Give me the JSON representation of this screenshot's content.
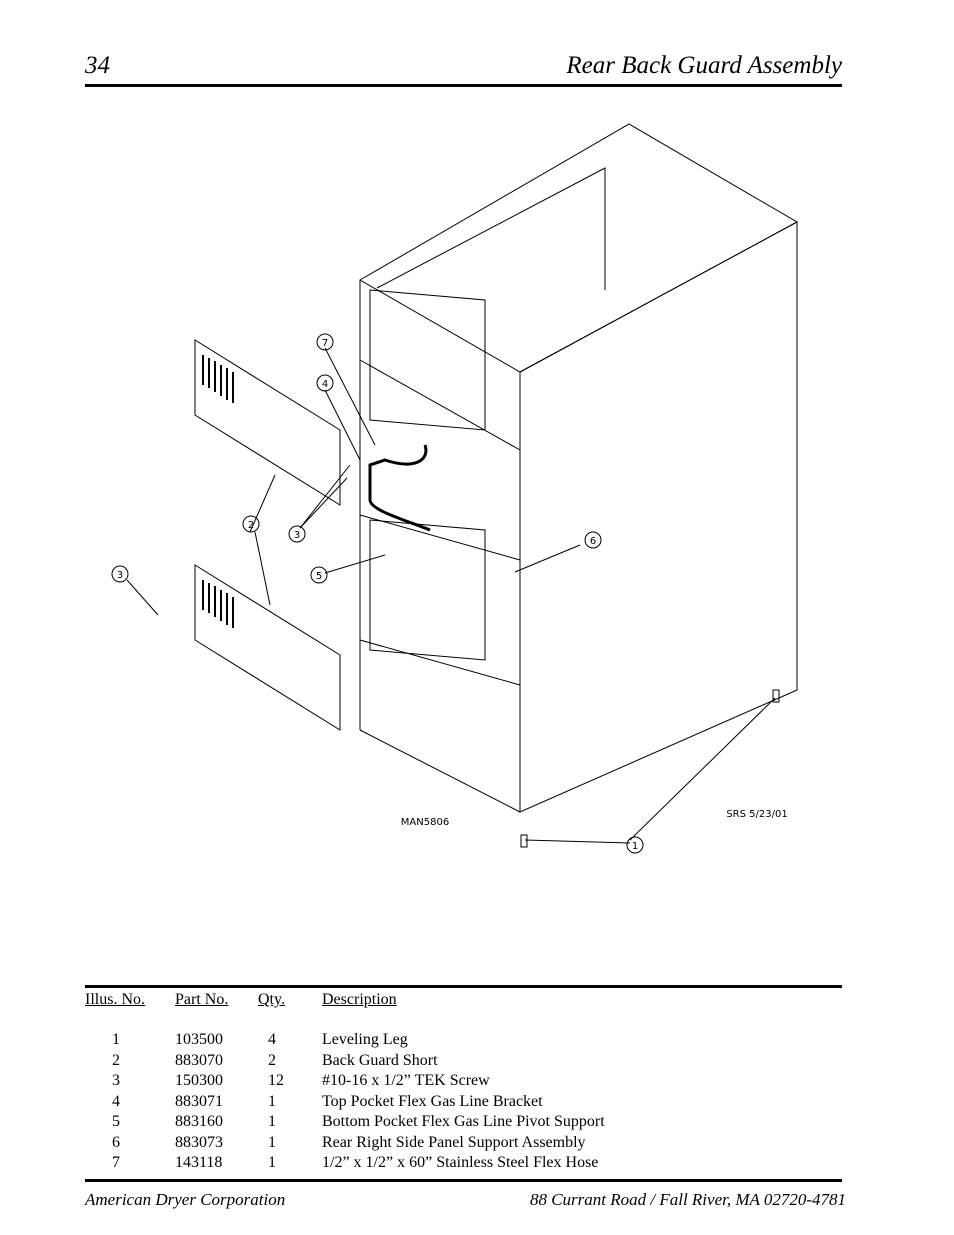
{
  "header": {
    "page_number": "34",
    "title": "Rear Back Guard Assembly"
  },
  "drawing": {
    "drawing_number": "MAN5806",
    "signature": "SRS 5/23/01",
    "callouts": [
      "1",
      "2",
      "3",
      "4",
      "5",
      "6",
      "7"
    ]
  },
  "parts_table": {
    "headers": [
      "Illus. No.",
      "Part No.",
      "Qty.",
      "Description"
    ],
    "rows": [
      {
        "illus": "1",
        "part": "103500",
        "qty": "4",
        "desc": "Leveling Leg"
      },
      {
        "illus": "2",
        "part": "883070",
        "qty": "2",
        "desc": "Back Guard Short"
      },
      {
        "illus": "3",
        "part": "150300",
        "qty": "12",
        "desc": "#10-16 x 1/2” TEK Screw"
      },
      {
        "illus": "4",
        "part": "883071",
        "qty": "1",
        "desc": "Top Pocket Flex Gas Line Bracket"
      },
      {
        "illus": "5",
        "part": "883160",
        "qty": "1",
        "desc": "Bottom Pocket Flex Gas Line Pivot Support"
      },
      {
        "illus": "6",
        "part": "883073",
        "qty": "1",
        "desc": "Rear Right Side Panel Support Assembly"
      },
      {
        "illus": "7",
        "part": "143118",
        "qty": "1",
        "desc": "1/2” x 1/2” x 60” Stainless Steel Flex Hose"
      }
    ]
  },
  "footer": {
    "company": "American Dryer Corporation",
    "address": "88 Currant Road / Fall River, MA 02720-4781"
  }
}
